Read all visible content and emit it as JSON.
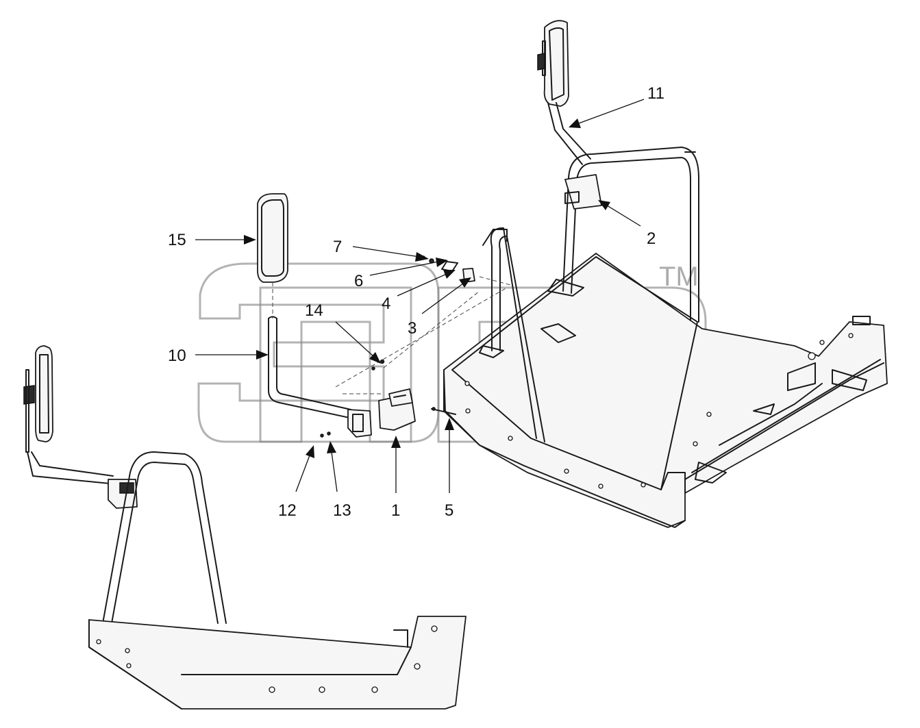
{
  "watermark": {
    "text": "эпд",
    "trademark": "TM"
  },
  "callouts": [
    {
      "id": "c1",
      "label": "1"
    },
    {
      "id": "c2",
      "label": "2"
    },
    {
      "id": "c3",
      "label": "3"
    },
    {
      "id": "c4",
      "label": "4"
    },
    {
      "id": "c5",
      "label": "5"
    },
    {
      "id": "c6",
      "label": "6"
    },
    {
      "id": "c7",
      "label": "7"
    },
    {
      "id": "c10",
      "label": "10"
    },
    {
      "id": "c11",
      "label": "11"
    },
    {
      "id": "c12",
      "label": "12"
    },
    {
      "id": "c13",
      "label": "13"
    },
    {
      "id": "c14",
      "label": "14"
    },
    {
      "id": "c15",
      "label": "15"
    }
  ]
}
